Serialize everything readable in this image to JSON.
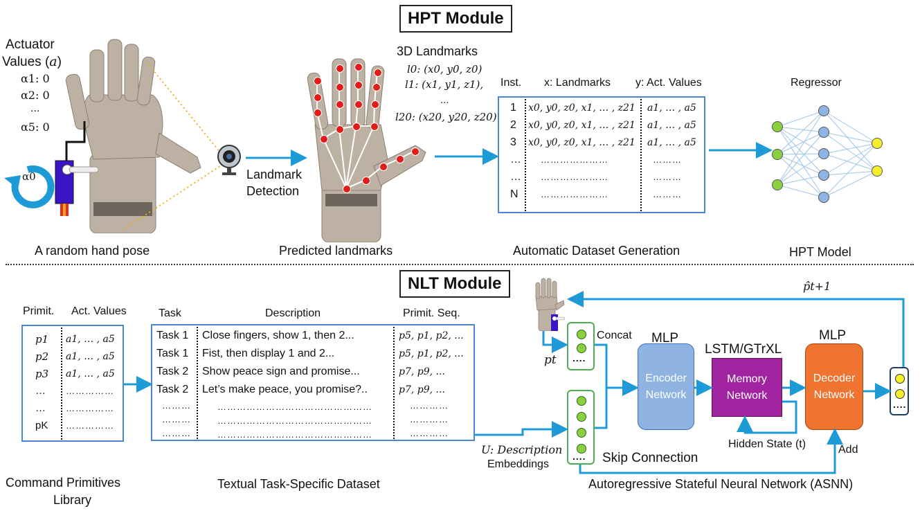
{
  "hpt": {
    "title": "HPT Module",
    "actuator_heading_1": "Actuator",
    "actuator_heading_2": "Values (",
    "actuator_heading_sym": "a",
    "actuator_heading_3": ")",
    "actuator_values": [
      "α1: 0",
      "α2: 0",
      "...",
      "α5: 0"
    ],
    "alpha0": "α0",
    "landmark_detection_1": "Landmark",
    "landmark_detection_2": "Detection",
    "landmarks_title": "3D Landmarks",
    "landmarks": [
      "l0: (x0, y0, z0)",
      "l1: (x1, y1, z1),",
      "...",
      "l20: (x20, y20, z20)"
    ],
    "dataset_headers": {
      "inst": "Inst.",
      "x": "x: Landmarks",
      "y": "y: Act. Values"
    },
    "dataset_rows": [
      {
        "inst": "1",
        "x": "x0, y0, z0, x1, … , z21",
        "y": "a1, … , a5"
      },
      {
        "inst": "2",
        "x": "x0, y0, z0, x1, … , z21",
        "y": "a1, … , a5"
      },
      {
        "inst": "3",
        "x": "x0, y0, z0, x1, … , z21",
        "y": "a1, … , a5"
      },
      {
        "inst": "…",
        "x": "…………………",
        "y": "………"
      },
      {
        "inst": "…",
        "x": "…………………",
        "y": "………"
      },
      {
        "inst": "N",
        "x": "…………………",
        "y": "………"
      }
    ],
    "regressor_label": "Regressor",
    "captions": {
      "pose": "A random hand pose",
      "landmarks": "Predicted landmarks",
      "dataset": "Automatic Dataset Generation",
      "model": "HPT Model"
    }
  },
  "nlt": {
    "title": "NLT Module",
    "primitives_headers": {
      "prim": "Primit.",
      "act": "Act. Values"
    },
    "primitives_rows": [
      {
        "prim": "p1",
        "act": "a1, … , a5"
      },
      {
        "prim": "p2",
        "act": "a1, … , a5"
      },
      {
        "prim": "p3",
        "act": "a1, … , a5"
      },
      {
        "prim": "…",
        "act": "……………"
      },
      {
        "prim": "…",
        "act": "……………"
      },
      {
        "prim": "pK",
        "act": "……………"
      }
    ],
    "task_headers": {
      "task": "Task",
      "desc": "Description",
      "seq": "Primit. Seq."
    },
    "task_rows": [
      {
        "task": "Task 1",
        "desc": "Close fingers, show 1, then 2...",
        "seq": "p5, p1, p2, ..."
      },
      {
        "task": "Task 1",
        "desc": "Fist, then display 1 and 2...",
        "seq": "p5, p1, p2, ..."
      },
      {
        "task": "Task 2",
        "desc": "Show peace sign and promise...",
        "seq": "p7, p9, ..."
      },
      {
        "task": "Task 2",
        "desc": "Let’s make peace, you promise?..",
        "seq": "p7, p9, ..."
      }
    ],
    "task_filler": [
      "………",
      "………",
      "………"
    ],
    "desc_filler": [
      "…………………………………………",
      "…………………………………………",
      "…………………………………………"
    ],
    "seq_filler": [
      "…………",
      "…………",
      "…………"
    ],
    "p_hat": "p̂t+1",
    "pt": "pt",
    "concat": "Concat",
    "mlp1": "MLP",
    "encoder": [
      "Encoder",
      "Network"
    ],
    "lstm": "LSTM/GTrXL",
    "memory": [
      "Memory",
      "Network"
    ],
    "mlp2": "MLP",
    "decoder": [
      "Decoder",
      "Network"
    ],
    "hidden_state": "Hidden State (t)",
    "add": "Add",
    "skip": "Skip Connection",
    "u_label_1": "U: Description",
    "u_label_2": "Embeddings",
    "captions": {
      "library_1": "Command Primitives",
      "library_2": "Library",
      "dataset": "Textual Task-Specific Dataset",
      "asnn": "Autoregressive Stateful Neural Network (ASNN)"
    }
  },
  "colors": {
    "arrow": "#1e9bd7",
    "table_border": "#4a86d0",
    "encoder": "#8fb4e3",
    "memory": "#a0249f",
    "decoder": "#ef7430",
    "node_green": "#8bd13f",
    "node_blue": "#8db4e2",
    "node_yellow": "#f5ee2a"
  }
}
